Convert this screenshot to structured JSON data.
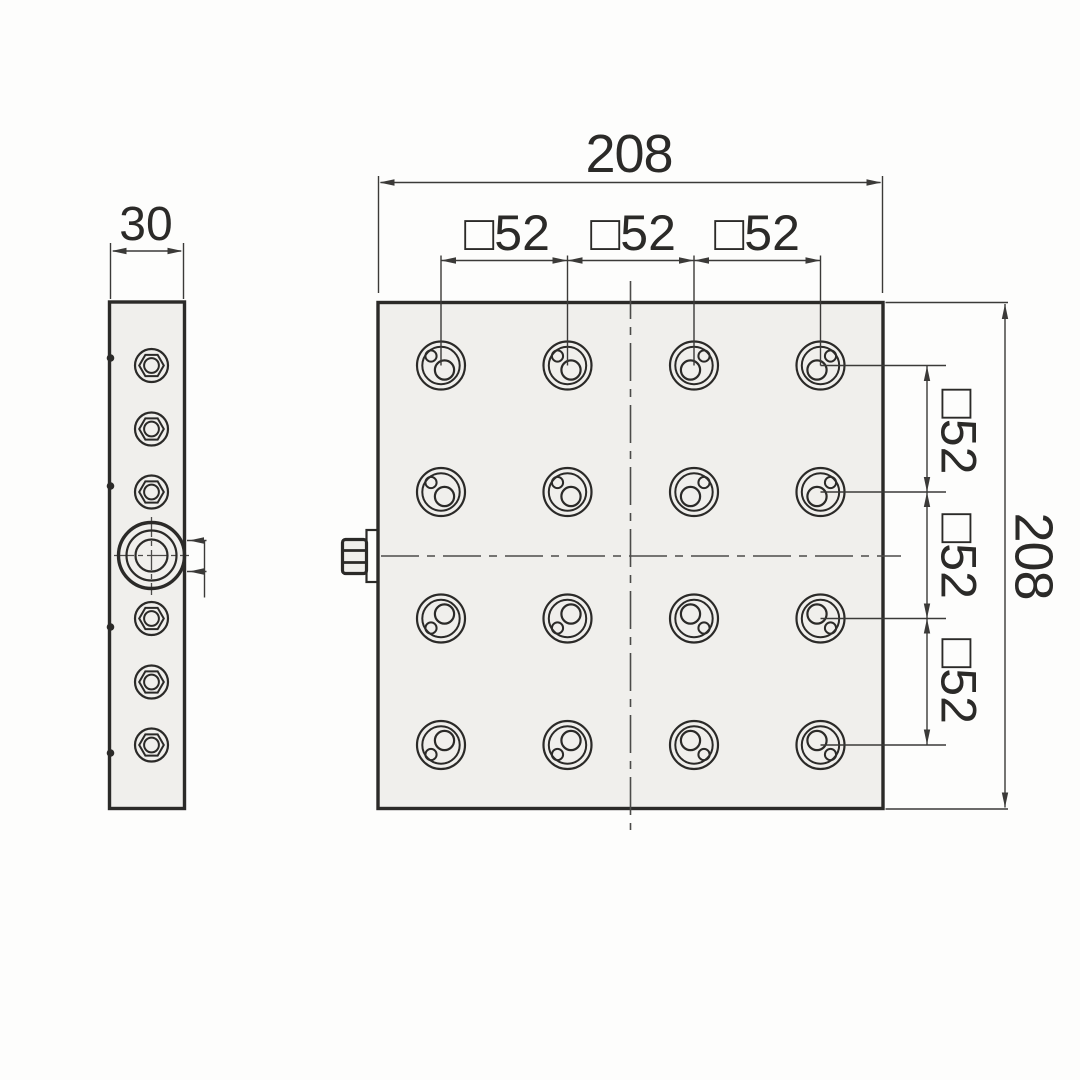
{
  "drawing": {
    "type": "technical-dimension-drawing",
    "units": "mm",
    "colors": {
      "background": "#fdfdfc",
      "plate_fill": "#f0efec",
      "outline": "#2b2a28",
      "dimension": "#3b3a38",
      "centerline": "#4c4b49"
    },
    "views": {
      "side_view": {
        "thickness_label": "30",
        "small_hole_count": 6,
        "edge_notch_count": 4,
        "has_center_boss": true
      },
      "front_view": {
        "width_label": "208",
        "height_label": "208",
        "grid": {
          "rows": 4,
          "cols": 4
        },
        "pitch_labels_top": [
          "□52",
          "□52",
          "□52"
        ],
        "pitch_labels_right": [
          "□52",
          "□52",
          "□52"
        ]
      }
    }
  }
}
